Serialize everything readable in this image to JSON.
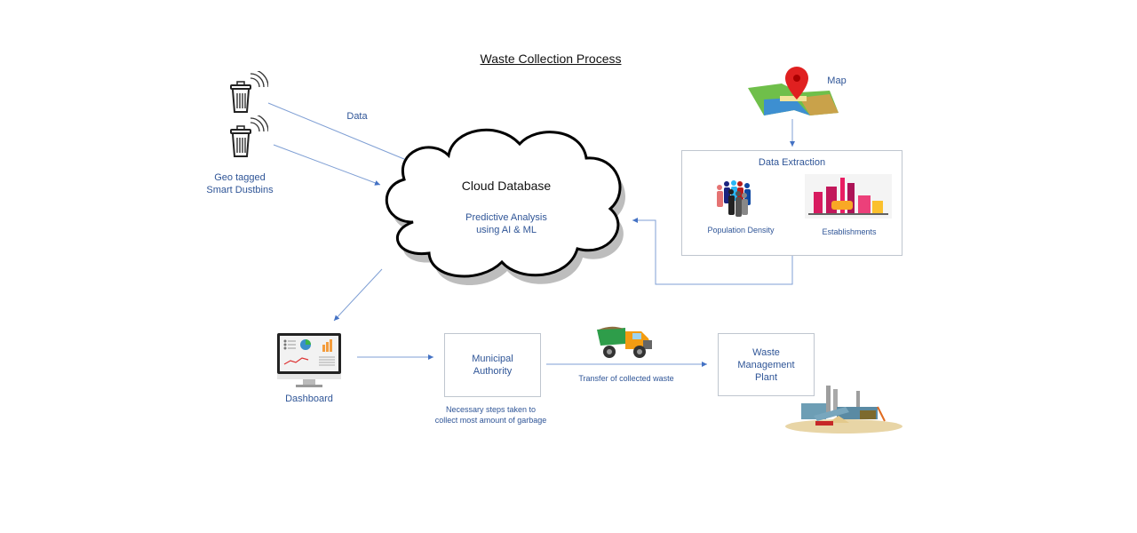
{
  "title": "Waste Collection Process",
  "nodes": {
    "dustbins": {
      "label_line1": "Geo tagged",
      "label_line2": "Smart Dustbins",
      "icon": "trash-bin-wifi-icon"
    },
    "data_edge": {
      "label": "Data"
    },
    "cloud": {
      "title": "Cloud Database",
      "subtitle_line1": "Predictive Analysis",
      "subtitle_line2": "using AI & ML"
    },
    "map": {
      "label": "Map",
      "icon": "map-pin-icon"
    },
    "data_extraction": {
      "title": "Data Extraction",
      "items": [
        {
          "label": "Population Density",
          "icon": "people-group-icon"
        },
        {
          "label": "Establishments",
          "icon": "industry-icon"
        }
      ]
    },
    "dashboard": {
      "label": "Dashboard",
      "icon": "monitor-dashboard-icon"
    },
    "municipal": {
      "line1": "Municipal",
      "line2": "Authority",
      "note_line1": "Necessary steps taken to",
      "note_line2": "collect most amount of garbage"
    },
    "transfer": {
      "label": "Transfer of collected waste",
      "icon": "garbage-truck-icon"
    },
    "plant": {
      "line1": "Waste",
      "line2": "Management",
      "line3": "Plant",
      "icon": "factory-icon"
    }
  },
  "colors": {
    "accent_text": "#2f5597",
    "arrow": "#4472c4",
    "box_border": "#bfc6cf"
  }
}
